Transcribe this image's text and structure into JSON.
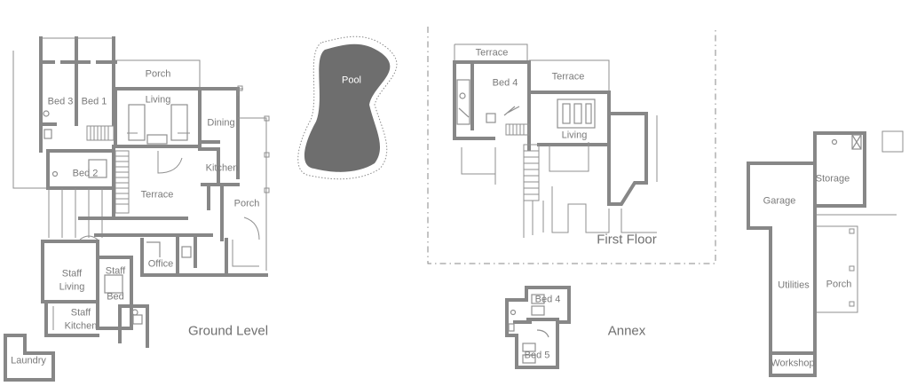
{
  "sections": {
    "ground_level": "Ground Level",
    "first_floor": "First Floor",
    "annex": "Annex"
  },
  "rooms": {
    "pool": "Pool",
    "bed3": "Bed 3",
    "bed1": "Bed 1",
    "porch_top": "Porch",
    "living": "Living",
    "dining": "Dining",
    "kitchen": "Kitchen",
    "bed2": "Bed 2",
    "terrace_ground": "Terrace",
    "porch_right": "Porch",
    "staff_living_1": "Staff",
    "staff_living_2": "Living",
    "staff_bed_1": "Staff",
    "staff_bed_2": "Bed",
    "office": "Office",
    "staff_kitchen_1": "Staff",
    "staff_kitchen_2": "Kitchen",
    "laundry": "Laundry",
    "terrace_ff_top": "Terrace",
    "bed4_ff": "Bed 4",
    "terrace_ff_right": "Terrace",
    "living_ff": "Living",
    "annex_bed4": "Bed 4",
    "annex_bed5": "Bed 5",
    "garage": "Garage",
    "storage": "Storage",
    "utilities": "Utilities",
    "porch_garage": "Porch",
    "workshop": "Workshop"
  },
  "colors": {
    "wall": "#878787",
    "pool": "#6e6e6e",
    "label": "#7a7a7a"
  }
}
